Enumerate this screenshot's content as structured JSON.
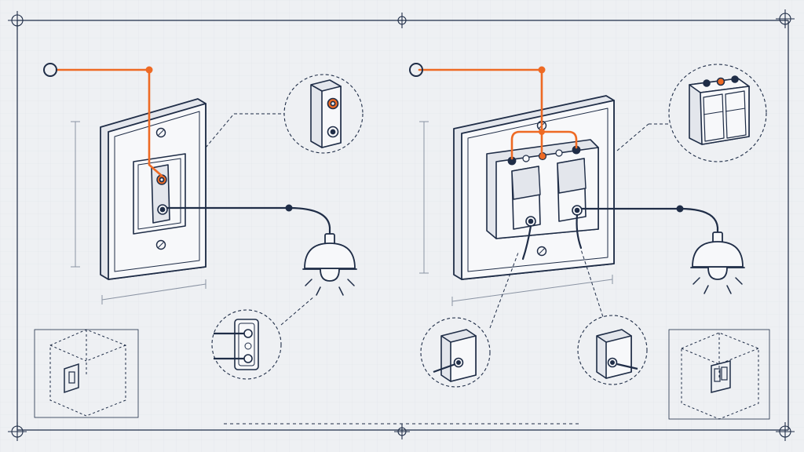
{
  "colors": {
    "background": "#eef0f3",
    "grid": "#dfe3ea",
    "ink": "#1f2d47",
    "accent_orange": "#ee6a24",
    "dim_gray": "#8a93a3"
  },
  "panels": [
    {
      "id": "single-gang",
      "type": "single-pole switch plate",
      "switch_count": 1
    },
    {
      "id": "double-gang",
      "type": "double switch plate",
      "switch_count": 2
    }
  ],
  "icons": [
    "corner-crosshair-icon",
    "terminal-ring-icon",
    "ceiling-lamp-icon",
    "switch-box-3d-icon",
    "zoom-callout-icon"
  ]
}
